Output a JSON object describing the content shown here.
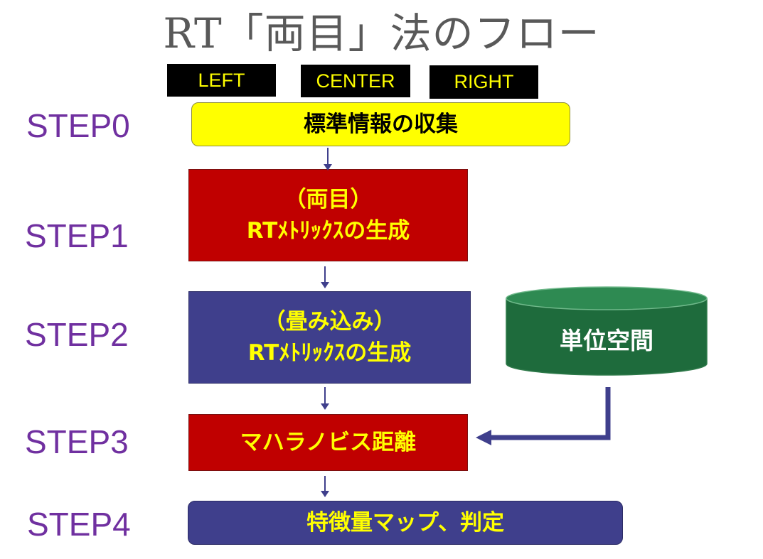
{
  "title": "RT「両目」法のフロー",
  "headers": {
    "left": "LEFT",
    "center": "CENTER",
    "right": "RIGHT"
  },
  "steps": [
    {
      "label": "STEP0",
      "lines": [
        "標準情報の収集"
      ]
    },
    {
      "label": "STEP1",
      "lines": [
        "（両目）",
        "RTﾒﾄﾘｯｸｽの生成"
      ]
    },
    {
      "label": "STEP2",
      "lines": [
        "（畳み込み）",
        "RTﾒﾄﾘｯｸｽの生成"
      ]
    },
    {
      "label": "STEP3",
      "lines": [
        "マハラノビス距離"
      ]
    },
    {
      "label": "STEP4",
      "lines": [
        "特徴量マップ、判定"
      ]
    }
  ],
  "unit_space": "単位空間",
  "colors": {
    "title": "#595959",
    "step_label": "#7030a0",
    "yellow_box": "#ffff00",
    "red_box": "#c00000",
    "blue_box": "#3f3f8c",
    "box_text": "#ffff00",
    "cylinder": "#1e6b3c",
    "arrow": "#3f3f8c"
  }
}
